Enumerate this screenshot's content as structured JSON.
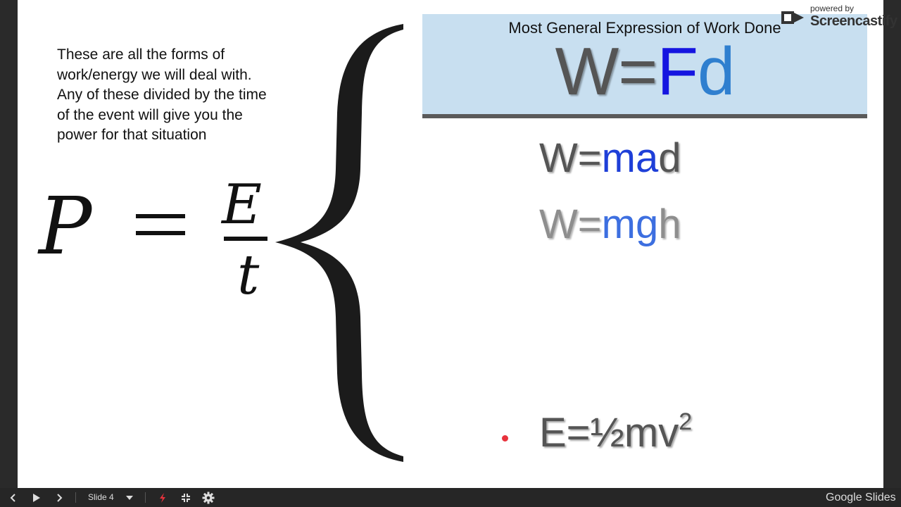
{
  "slide": {
    "intro_text": "These are all the forms of work/energy we will deal with.  Any of these divided by the time of the event will give you the power for that situation",
    "power_equation": {
      "P": "P",
      "E": "E",
      "t": "t"
    },
    "header": {
      "title": "Most General Expression of Work Done",
      "formula": {
        "w": "W",
        "eq": "=",
        "f": "F",
        "d": "d"
      }
    },
    "formula_mad": {
      "w": "W",
      "eq": "=",
      "ma": "ma",
      "d": "d"
    },
    "formula_mgh": {
      "w": "W",
      "eq": "=",
      "mg": "mg",
      "h": "h"
    },
    "formula_ke": {
      "base": "E=½mv",
      "exp": "2"
    }
  },
  "watermark": {
    "powered_by": "powered by",
    "brand": "Screencastify"
  },
  "toolbar": {
    "slide_label": "Slide 4",
    "brand": "Google Slides",
    "icons": [
      "chevron-left-icon",
      "play-icon",
      "chevron-right-icon",
      "chevron-down-icon",
      "laser-pointer-icon",
      "exit-fullscreen-icon",
      "gear-icon"
    ]
  },
  "colors": {
    "accent_blue": "#1515e0",
    "header_bg": "#c8dff0",
    "laser": "#e8323c",
    "toolbar_bg": "#262626"
  }
}
